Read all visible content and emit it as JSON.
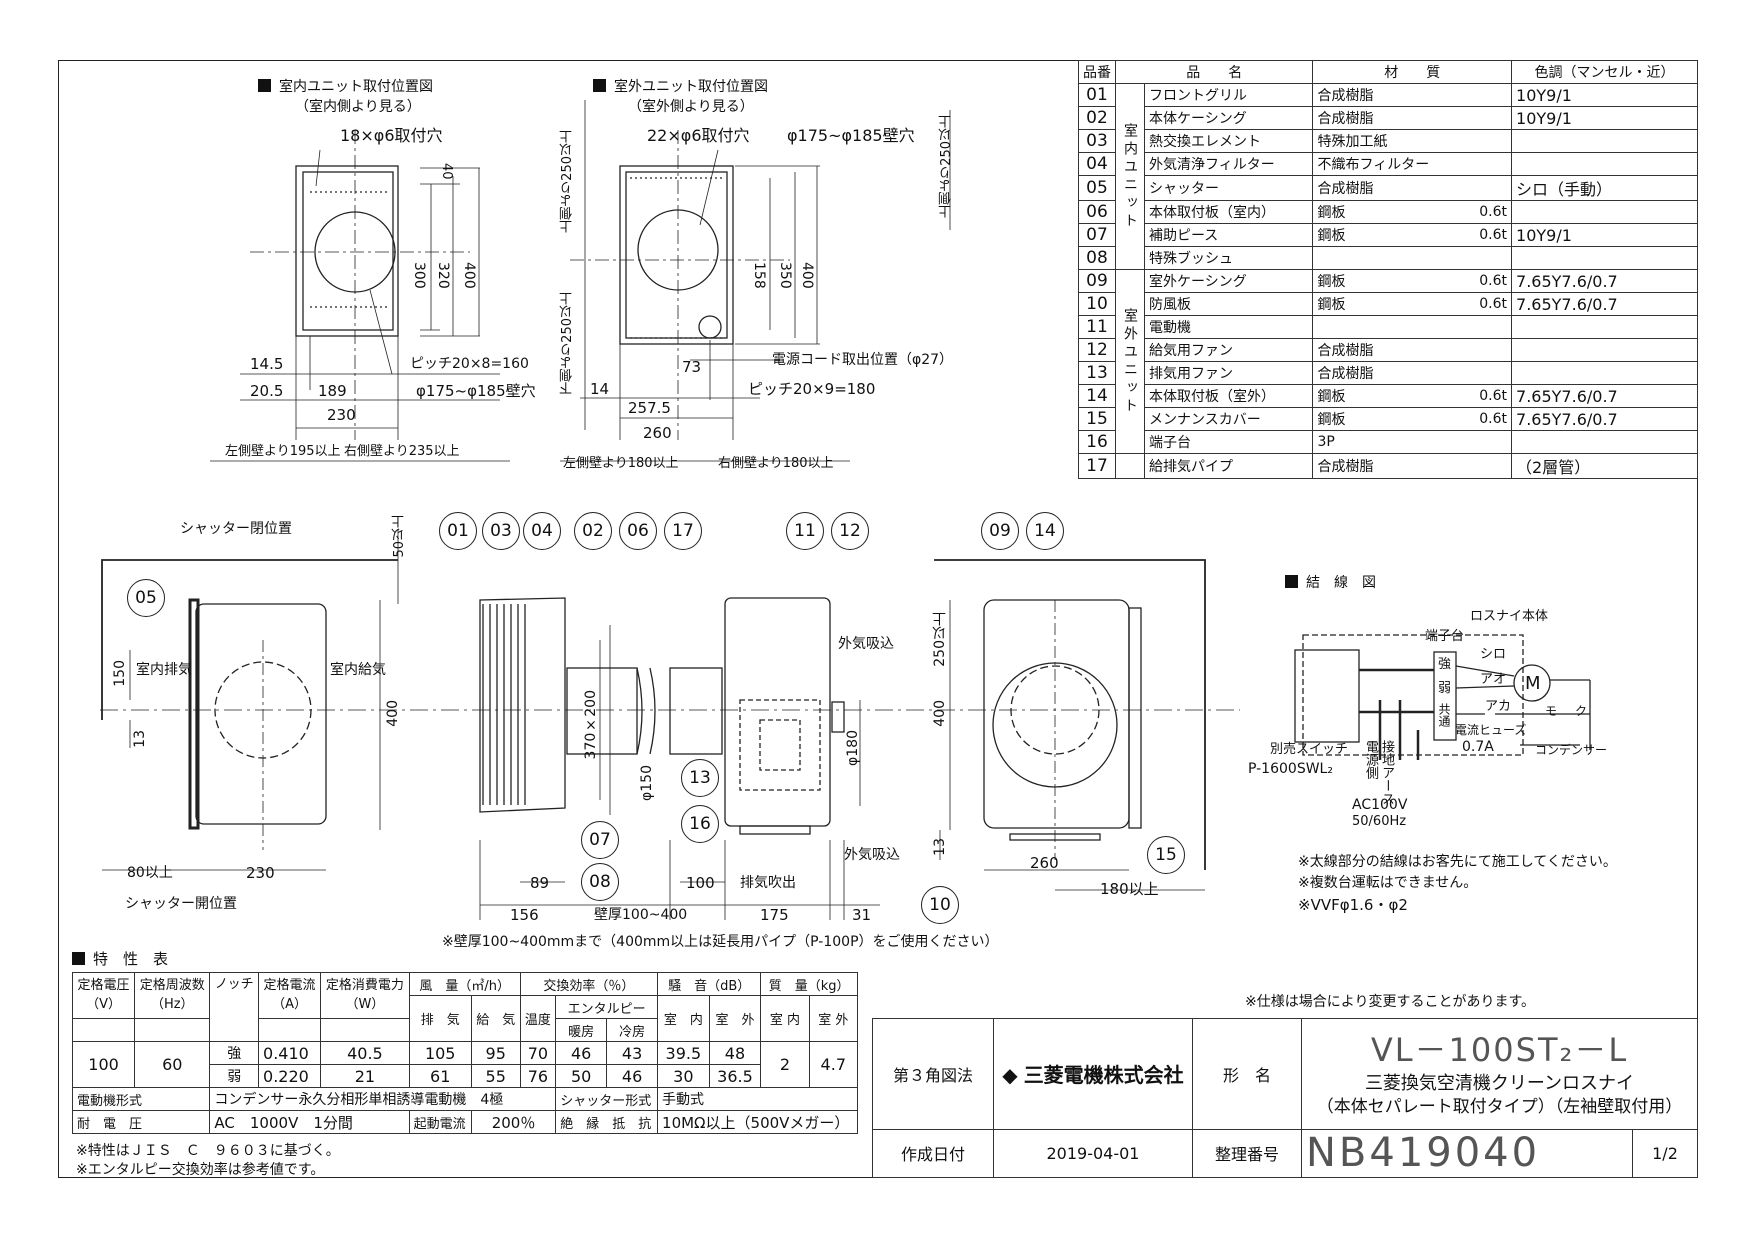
{
  "views": {
    "indoor": {
      "title": "室内ユニット取付位置図",
      "subtitle": "（室内側より見る）"
    },
    "outdoor": {
      "title": "室外ユニット取付位置図",
      "subtitle": "（室外側より見る）"
    }
  },
  "dims": {
    "in_holes": "18×φ6取付穴",
    "in_40": "40",
    "in_300": "300",
    "in_320": "320",
    "in_400": "400",
    "in_145": "14.5",
    "in_pitch": "ピッチ20×8=160",
    "in_205": "20.5",
    "in_189": "189",
    "in_wallhole": "φ175~φ185壁穴",
    "in_230": "230",
    "in_left": "左側壁より195以上",
    "in_right": "右側壁より235以上",
    "out_holes": "22×φ6取付穴",
    "out_wallhole": "φ175~φ185壁穴",
    "out_up": "上側より250以上",
    "out_down": "下側より250以上",
    "out_ceil": "上側より250以上",
    "out_158": "158",
    "out_350": "350",
    "out_400": "400",
    "out_cord": "電源コード取出位置（φ27）",
    "out_73": "73",
    "out_14": "14",
    "out_pitch": "ピッチ20×9=180",
    "out_2575": "257.5",
    "out_260": "260",
    "out_left": "左側壁より180以上",
    "out_right": "右側壁より180以上"
  },
  "side": {
    "shutter_close": "シャッター閉位置",
    "shutter_open": "シャッター開位置",
    "top50": "50以上",
    "indoor_exhaust": "室内排気",
    "indoor_supply": "室内給気",
    "d150": "150",
    "d13": "13",
    "d400": "400",
    "d80": "80以上",
    "d230": "230",
    "d370": "370×200",
    "phi150": "φ150",
    "phi180": "φ180",
    "outside_in1": "外気吸込",
    "outside_in2": "外気吸込",
    "exhaust_out": "排気吹出",
    "d89": "89",
    "d100": "100",
    "d156": "156",
    "wall": "壁厚100~400",
    "d175": "175",
    "d31": "31",
    "r250": "250以上",
    "r400": "400",
    "r13": "13",
    "r260": "260",
    "r180": "180以上",
    "note": "※壁厚100~400mmまで（400mm以上は延長用パイプ（P-100P）をご使用ください）"
  },
  "callouts": [
    "01",
    "03",
    "04",
    "02",
    "06",
    "17",
    "11",
    "12",
    "09",
    "14",
    "05",
    "07",
    "08",
    "13",
    "16",
    "15",
    "10"
  ],
  "parts": {
    "headers": [
      "品番",
      "品　　名",
      "材　　質",
      "色調（マンセル・近）"
    ],
    "groups": {
      "indoor": "室内ユニット",
      "outdoor": "室外ユニット"
    },
    "rows": [
      [
        "01",
        "フロントグリル",
        "合成樹脂",
        "",
        "10Y9/1"
      ],
      [
        "02",
        "本体ケーシング",
        "合成樹脂",
        "",
        "10Y9/1"
      ],
      [
        "03",
        "熱交換エレメント",
        "特殊加工紙",
        "",
        ""
      ],
      [
        "04",
        "外気清浄フィルター",
        "不織布フィルター",
        "",
        ""
      ],
      [
        "05",
        "シャッター",
        "合成樹脂",
        "",
        "シロ（手動）"
      ],
      [
        "06",
        "本体取付板（室内）",
        "鋼板",
        "0.6t",
        ""
      ],
      [
        "07",
        "補助ピース",
        "鋼板",
        "0.6t",
        "10Y9/1"
      ],
      [
        "08",
        "特殊ブッシュ",
        "",
        "",
        ""
      ],
      [
        "09",
        "室外ケーシング",
        "鋼板",
        "0.6t",
        "7.65Y7.6/0.7"
      ],
      [
        "10",
        "防風板",
        "鋼板",
        "0.6t",
        "7.65Y7.6/0.7"
      ],
      [
        "11",
        "電動機",
        "",
        "",
        ""
      ],
      [
        "12",
        "給気用ファン",
        "合成樹脂",
        "",
        ""
      ],
      [
        "13",
        "排気用ファン",
        "合成樹脂",
        "",
        ""
      ],
      [
        "14",
        "本体取付板（室外）",
        "鋼板",
        "0.6t",
        "7.65Y7.6/0.7"
      ],
      [
        "15",
        "メンナンスカバー",
        "鋼板",
        "0.6t",
        "7.65Y7.6/0.7"
      ],
      [
        "16",
        "端子台",
        "3P",
        "",
        ""
      ],
      [
        "17",
        "給排気パイプ",
        "合成樹脂",
        "",
        "（2層管）"
      ]
    ]
  },
  "wiring": {
    "title": "結　線　図",
    "unit": "ロスナイ本体",
    "terminal": "端子台",
    "strong": "強",
    "weak": "弱",
    "common": "共通",
    "white": "シロ",
    "blue": "アオ",
    "red": "アカ",
    "motor": "M",
    "fuse": "電流ヒューズ",
    "fuse_val": "0.7A",
    "capacitor": "コンデンサー",
    "mo": "モ",
    "ku": "ク",
    "switch": "別売スイッチ",
    "switch_model": "P-1600SWL₂",
    "power": "電源側",
    "earth": "接地アース",
    "voltage": "AC100V",
    "freq": "50/60Hz",
    "notes": [
      "※太線部分の結線はお客先にて施工してください。",
      "※複数台運転はできません。",
      "※VVFφ1.6・φ2"
    ]
  },
  "spec": {
    "title": "特　性　表",
    "h_volt": "定格電圧",
    "h_volt_u": "（V）",
    "h_freq": "定格周波数",
    "h_freq_u": "（Hz）",
    "h_notch": "ノッチ",
    "h_curr": "定格電流",
    "h_curr_u": "（A）",
    "h_power": "定格消費電力",
    "h_power_u": "（W）",
    "h_air": "風　量（㎥/h）",
    "h_exh": "排　気",
    "h_sup": "給　気",
    "h_eff": "交換効率（％）",
    "h_temp": "温度",
    "h_enth": "エンタルピー",
    "h_heat": "暖房",
    "h_cool": "冷房",
    "h_noise": "騒　音（dB）",
    "h_in": "室　内",
    "h_out": "室　外",
    "h_mass": "質　量（kg）",
    "h_min": "室 内",
    "h_mout": "室 外",
    "volt": "100",
    "freq": "60",
    "rows": [
      {
        "notch": "強",
        "curr": "0.410",
        "power": "40.5",
        "exh": "105",
        "sup": "95",
        "temp": "70",
        "heat": "46",
        "cool": "43",
        "nin": "39.5",
        "nout": "48"
      },
      {
        "notch": "弱",
        "curr": "0.220",
        "power": "21",
        "exh": "61",
        "sup": "55",
        "temp": "76",
        "heat": "50",
        "cool": "46",
        "nin": "30",
        "nout": "36.5"
      }
    ],
    "mass_in": "2",
    "mass_out": "4.7",
    "motor_label": "電動機形式",
    "motor": "コンデンサー永久分相形単相誘導電動機　4極",
    "shutter_label": "シャッター形式",
    "shutter": "手動式",
    "withstand_label": "耐　電　圧",
    "withstand": "AC　1000V　1分間",
    "start_label": "起動電流",
    "start": "200％",
    "insul_label": "絶　縁　抵　抗",
    "insul": "10MΩ以上（500Vメガー）",
    "notes": [
      "※特性はＪＩＳ　Ｃ　９６０３に基づく。",
      "※エンタルピー交換効率は参考値です。"
    ]
  },
  "titleblock": {
    "change_note": "※仕様は場合により変更することがあります。",
    "projection": "第３角図法",
    "company": "三菱電機株式会社",
    "model_label": "形　名",
    "model": "VL－100ST₂－L",
    "product": "三菱換気空清機クリーンロスナイ",
    "product_sub": "（本体セパレート取付タイプ）（左袖壁取付用）",
    "date_label": "作成日付",
    "date": "2019-04-01",
    "num_label": "整理番号",
    "number": "NB419040",
    "page": "1/2"
  }
}
